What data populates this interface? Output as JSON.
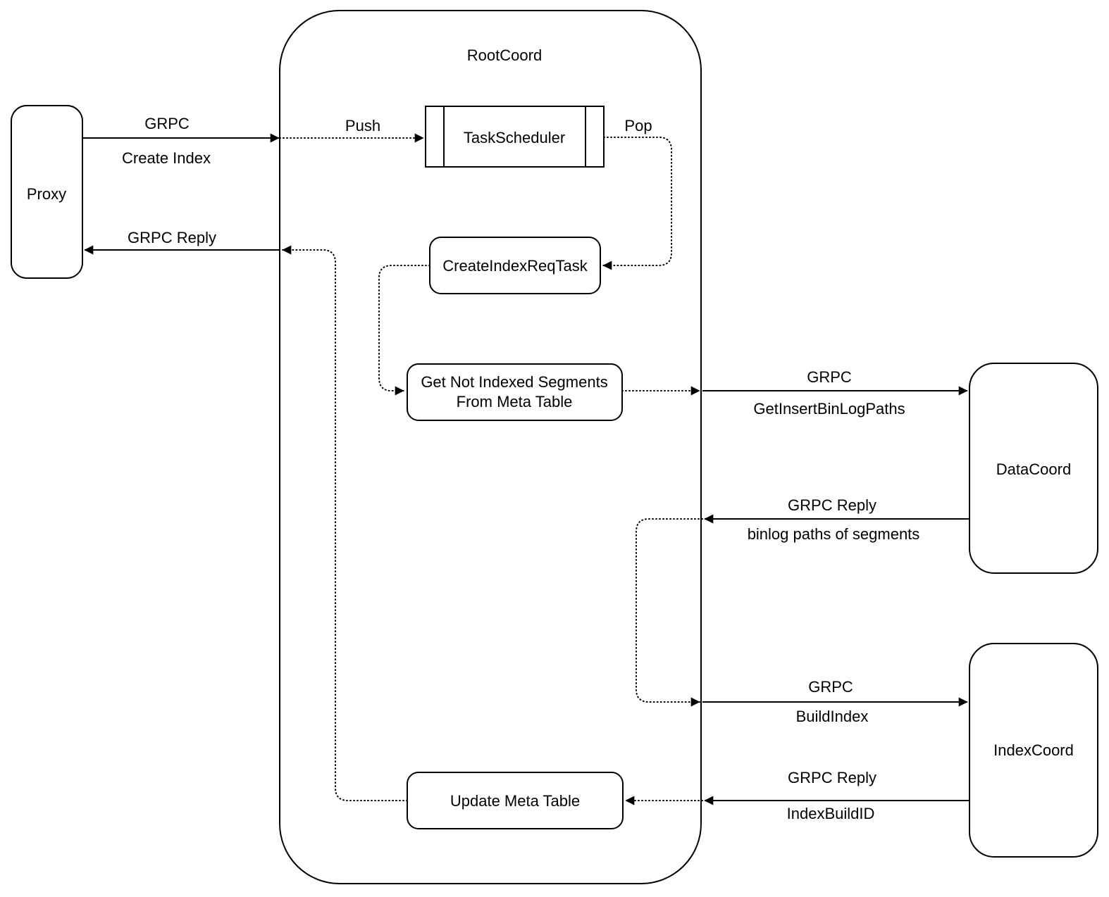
{
  "diagram": {
    "colors": {
      "stroke": "#000000",
      "background": "#ffffff"
    },
    "nodes": {
      "proxy": {
        "label": "Proxy"
      },
      "root_coord": {
        "label": "RootCoord"
      },
      "task_scheduler": {
        "label": "TaskScheduler"
      },
      "create_index_req_task": {
        "label": "CreateIndexReqTask"
      },
      "get_not_indexed_segments": {
        "line1": "Get Not Indexed Segments",
        "line2": "From Meta Table"
      },
      "update_meta_table": {
        "label": "Update Meta Table"
      },
      "data_coord": {
        "label": "DataCoord"
      },
      "index_coord": {
        "label": "IndexCoord"
      }
    },
    "edges": {
      "create_index": {
        "line1": "GRPC",
        "line2": "Create Index"
      },
      "grpc_reply_to_proxy": {
        "label": "GRPC Reply"
      },
      "push": {
        "label": "Push"
      },
      "pop": {
        "label": "Pop"
      },
      "get_insert_binlog_paths": {
        "line1": "GRPC",
        "line2": "GetInsertBinLogPaths"
      },
      "binlog_paths_reply": {
        "line1": "GRPC Reply",
        "line2": "binlog paths of segments"
      },
      "build_index": {
        "line1": "GRPC",
        "line2": "BuildIndex"
      },
      "index_build_id_reply": {
        "line1": "GRPC Reply",
        "line2": "IndexBuildID"
      }
    }
  }
}
